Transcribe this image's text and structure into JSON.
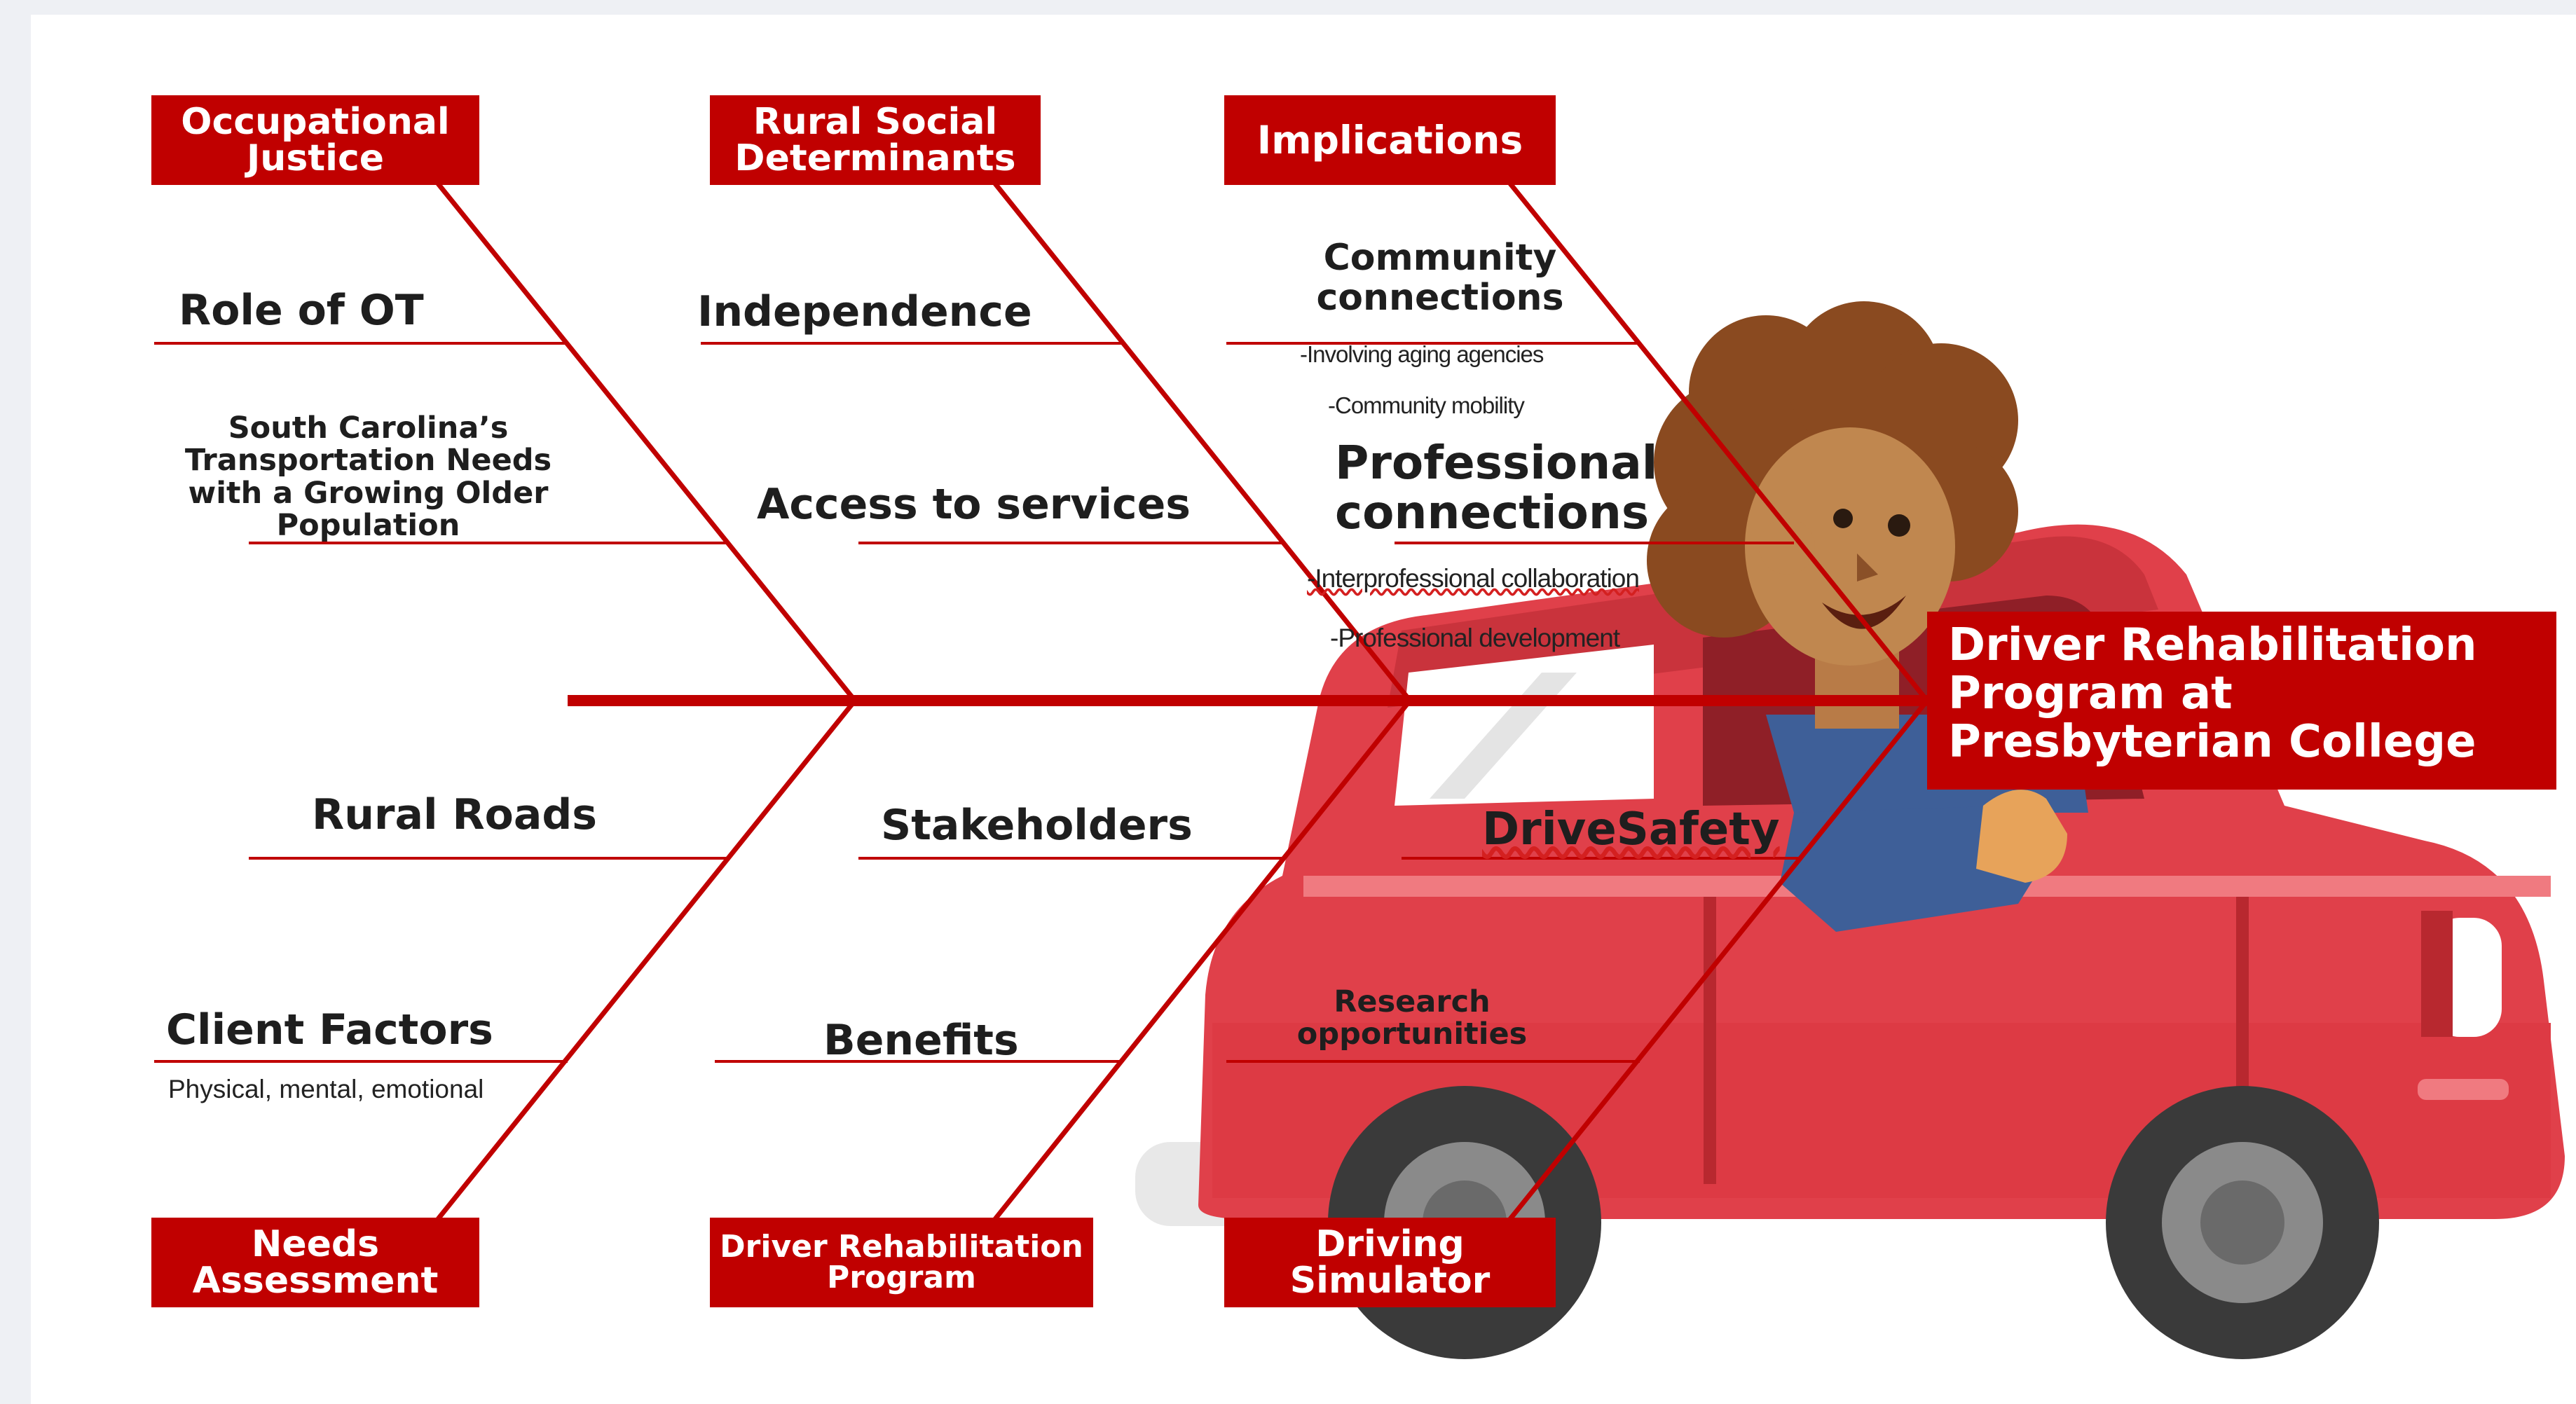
{
  "colors": {
    "accent": "#c00000",
    "line": "#c00000",
    "car_body": "#e0404a",
    "text": "#1e1e1e"
  },
  "head": {
    "line1": "Driver Rehabilitation",
    "line2": "Program at",
    "line3": "Presbyterian College"
  },
  "categories": {
    "occupational_justice": "Occupational Justice",
    "rural_social_determinants": "Rural Social Determinants",
    "implications": "Implications",
    "needs_assessment": "Needs Assessment",
    "driver_rehabilitation_program": "Driver Rehabilitation Program",
    "driving_simulator": "Driving Simulator"
  },
  "labels": {
    "role_of_ot": "Role of OT",
    "sc_transportation": "South Carolina’s Transportation Needs with a Growing Older Population",
    "independence": "Independence",
    "access_to_services": "Access to services",
    "community_connections": "Community connections",
    "involving_aging_agencies": "-Involving aging agencies",
    "community_mobility": "-Community mobility",
    "professional_connections": "Professional connections",
    "interprofessional_collaboration": "-Interprofessional collaboration",
    "professional_development": "-Professional development",
    "rural_roads": "Rural Roads",
    "client_factors": "Client Factors",
    "client_factors_detail": "Physical, mental, emotional",
    "stakeholders": "Stakeholders",
    "benefits": "Benefits",
    "drivesafety": "DriveSafety",
    "research_opportunities": "Research opportunities"
  },
  "illustration": {
    "subject": "cartoon person waving from a red car",
    "icon": "car-with-driver"
  }
}
